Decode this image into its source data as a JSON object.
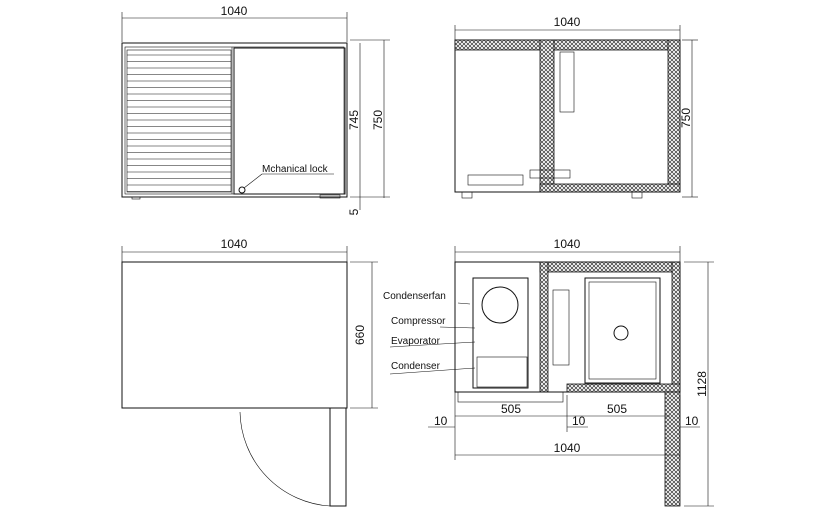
{
  "front_view": {
    "width_dim": "1040",
    "inner_height_dim": "745",
    "height_dim": "750",
    "foot_dim": "5",
    "lock_label": "Mchanical lock"
  },
  "section_view": {
    "width_dim": "1040",
    "height_dim": "750"
  },
  "top_view": {
    "width_dim": "1040",
    "depth_dim": "660"
  },
  "plan_view": {
    "labels": [
      "Condenserfan",
      "Compressor",
      "Evaporator",
      "Condenser"
    ],
    "left_section_dim": "505",
    "right_section_dim": "505",
    "gap_left_dim": "10",
    "gap_mid_dim": "10",
    "gap_right_dim": "10",
    "width_dim": "1040",
    "depth_with_door_dim": "1128"
  }
}
